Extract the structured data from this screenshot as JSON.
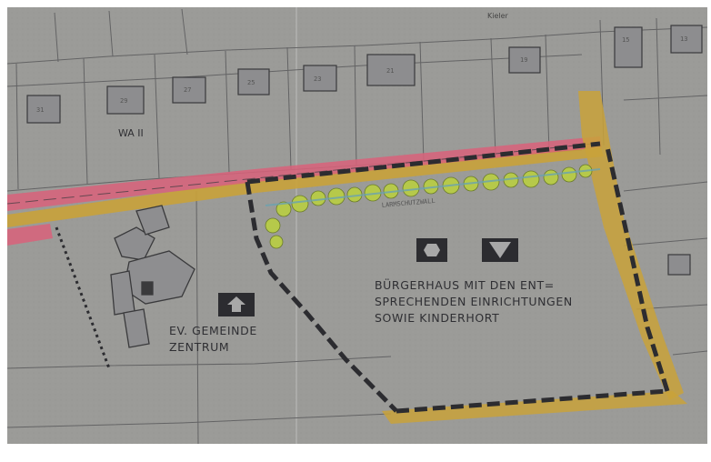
{
  "map": {
    "street_name": "Kieler",
    "zone_label": "WA II",
    "noise_wall_label": "LARMSCHUTZWALL",
    "community_center": {
      "line1": "BÜRGERHAUS MIT DEN ENT=",
      "line2": "SPRECHENDEN EINRICHTUNGEN",
      "line3": "SOWIE KINDERHORT"
    },
    "church_center": {
      "line1": "EV. GEMEINDE",
      "line2": "ZENTRUM"
    },
    "house_numbers": [
      "31",
      "29",
      "27",
      "25",
      "23",
      "21",
      "19",
      "15",
      "13"
    ],
    "colors": {
      "paper": "#9a9a98",
      "road_red": "#d9627a",
      "road_yellow": "#c9a23a",
      "boundary": "#2c2c30",
      "trees": "#b6c94a"
    }
  }
}
